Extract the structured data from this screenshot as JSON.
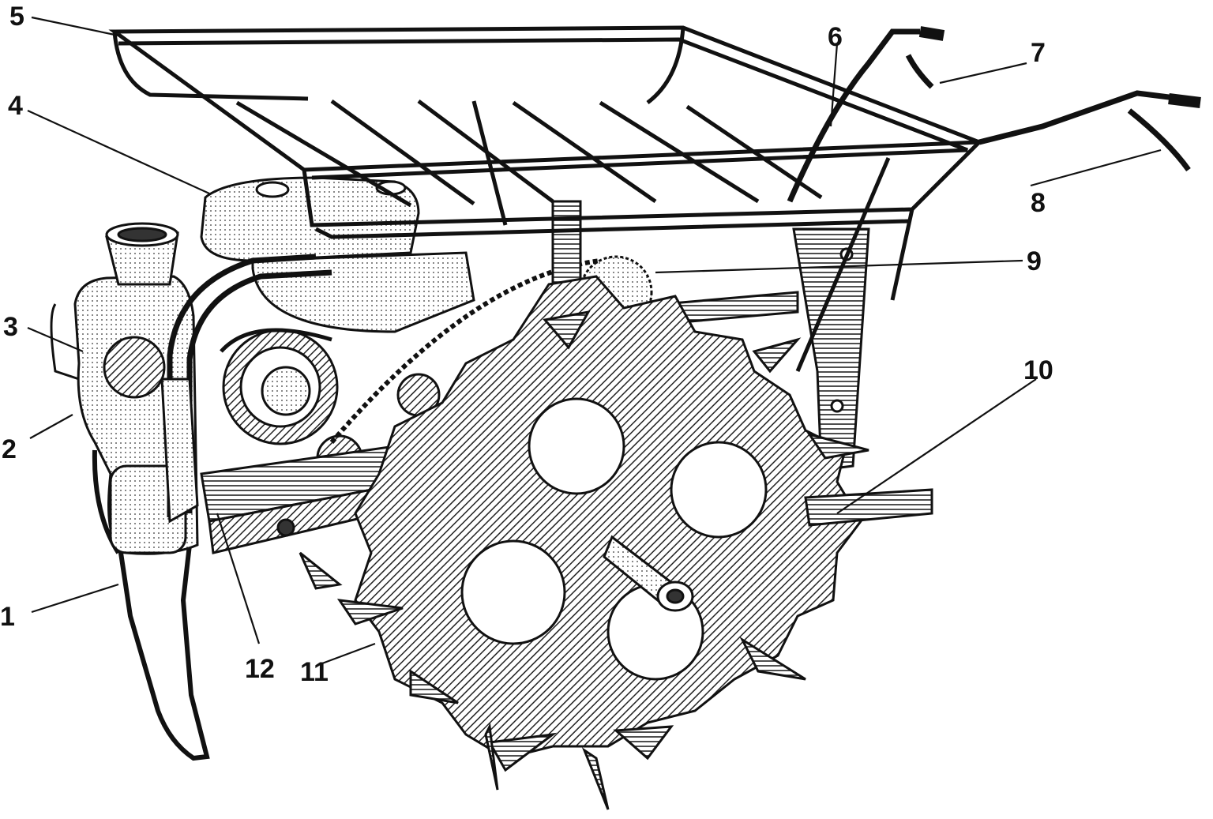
{
  "figure": {
    "colors": {
      "ink": "#111111",
      "paper": "#ffffff",
      "hatch": "#2a2a2a"
    },
    "callouts": [
      {
        "id": "1",
        "label": "1"
      },
      {
        "id": "2",
        "label": "2"
      },
      {
        "id": "3",
        "label": "3"
      },
      {
        "id": "4",
        "label": "4"
      },
      {
        "id": "5",
        "label": "5"
      },
      {
        "id": "6",
        "label": "6"
      },
      {
        "id": "7",
        "label": "7"
      },
      {
        "id": "8",
        "label": "8"
      },
      {
        "id": "9",
        "label": "9"
      },
      {
        "id": "10",
        "label": "10"
      },
      {
        "id": "11",
        "label": "11"
      },
      {
        "id": "12",
        "label": "12"
      }
    ]
  }
}
